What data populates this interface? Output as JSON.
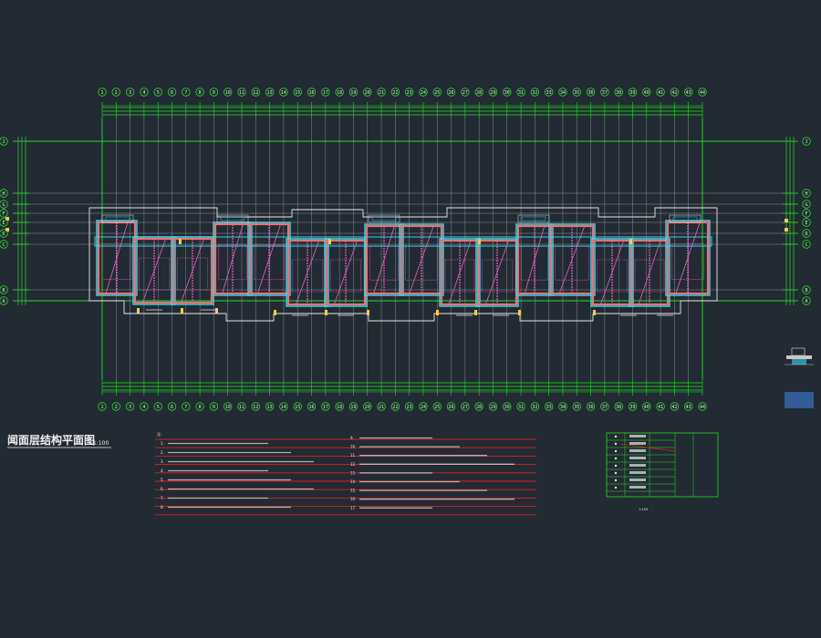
{
  "drawing": {
    "title": "闻面层结构平面图",
    "scale": "1:100",
    "colors": {
      "background": "#222a33",
      "grid_green": "#22e022",
      "axis_white": "#e8e8e8",
      "wall_red": "#f07070",
      "beam_cyan": "#38d8f0",
      "beam_pink": "#f060c0",
      "column_yellow": "#f0d040",
      "note_red": "#e02020"
    }
  },
  "axes": {
    "top_labels": [
      "1",
      "2",
      "3",
      "4",
      "5",
      "6",
      "7",
      "8",
      "9",
      "10",
      "11",
      "12",
      "13",
      "14",
      "15",
      "16",
      "17",
      "18",
      "19",
      "20",
      "21",
      "22",
      "23",
      "24",
      "25",
      "26",
      "27",
      "28",
      "29",
      "30",
      "31",
      "32",
      "33",
      "34",
      "35",
      "36",
      "37",
      "38",
      "39",
      "40",
      "41",
      "42",
      "43",
      "44"
    ],
    "left_labels": [
      "J",
      "H",
      "G",
      "F",
      "E",
      "D",
      "C",
      "B",
      "A"
    ],
    "right_labels": [
      "J",
      "H",
      "G",
      "F",
      "E",
      "D",
      "C",
      "B",
      "A"
    ]
  },
  "notes": {
    "heading": "注:",
    "left": [
      "1.",
      "2.",
      "3.",
      "4.",
      "5.",
      "6.",
      "7.",
      "8."
    ],
    "right": [
      "9.",
      "10.",
      "11.",
      "12.",
      "13.",
      "14.",
      "15.",
      "16.",
      "17."
    ]
  },
  "legend_table": {
    "caption": "1:100"
  }
}
